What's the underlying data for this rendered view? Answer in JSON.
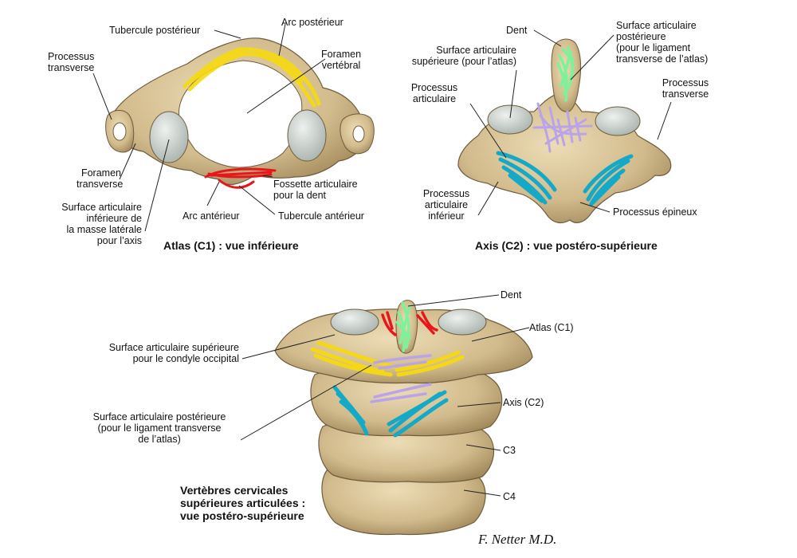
{
  "colors": {
    "bone": "#d8c398",
    "bone_dark": "#a88e5f",
    "bone_shadow": "#7d6a48",
    "cartilage": "#cfd6d2",
    "yellow": "#f5d90f",
    "red": "#e8151a",
    "green": "#7df29a",
    "lavender": "#bba3ea",
    "cyan": "#14a9c7",
    "leader": "#222222"
  },
  "panel_atlas": {
    "caption": "Atlas (C1) : vue inférieure",
    "labels": {
      "tubercule_posterieur": "Tubercule postérieur",
      "arc_posterieur": "Arc postérieur",
      "processus_transverse": [
        "Processus",
        "transverse"
      ],
      "foramen_vertebral": [
        "Foramen",
        "vertébral"
      ],
      "foramen_transverse": [
        "Foramen",
        "transverse"
      ],
      "fossette_articulaire": [
        "Fossette articulaire",
        "pour la dent"
      ],
      "surface_inferieure": [
        "Surface articulaire",
        "inférieure de",
        "la masse latérale",
        "pour l’axis"
      ],
      "arc_anterieur": "Arc antérieur",
      "tubercule_anterieur": "Tubercule antérieur"
    }
  },
  "panel_axis": {
    "caption": "Axis (C2) : vue postéro-supérieure",
    "labels": {
      "dent": "Dent",
      "surface_posterieure": [
        "Surface articulaire",
        "postérieure",
        "(pour le ligament",
        "transverse de l’atlas)"
      ],
      "surface_superieure": [
        "Surface articulaire",
        "supérieure (pour l’atlas)"
      ],
      "processus_articulaire": [
        "Processus",
        "articulaire"
      ],
      "processus_transverse": [
        "Processus",
        "transverse"
      ],
      "processus_articulaire_inferieur": [
        "Processus",
        "articulaire",
        "inférieur"
      ],
      "processus_epineux": "Processus épineux"
    }
  },
  "panel_column": {
    "caption": [
      "Vertèbres cervicales",
      "supérieures articulées :",
      "vue postéro-supérieure"
    ],
    "labels": {
      "dent": "Dent",
      "atlas": "Atlas (C1)",
      "surface_superieure_condyle": [
        "Surface articulaire supérieure",
        "pour le condyle occipital"
      ],
      "axis": "Axis (C2)",
      "surface_posterieure": [
        "Surface articulaire postérieure",
        "(pour le ligament transverse",
        "de l’atlas)"
      ],
      "c3": "C3",
      "c4": "C4"
    }
  },
  "signature": "F. Netter M.D."
}
